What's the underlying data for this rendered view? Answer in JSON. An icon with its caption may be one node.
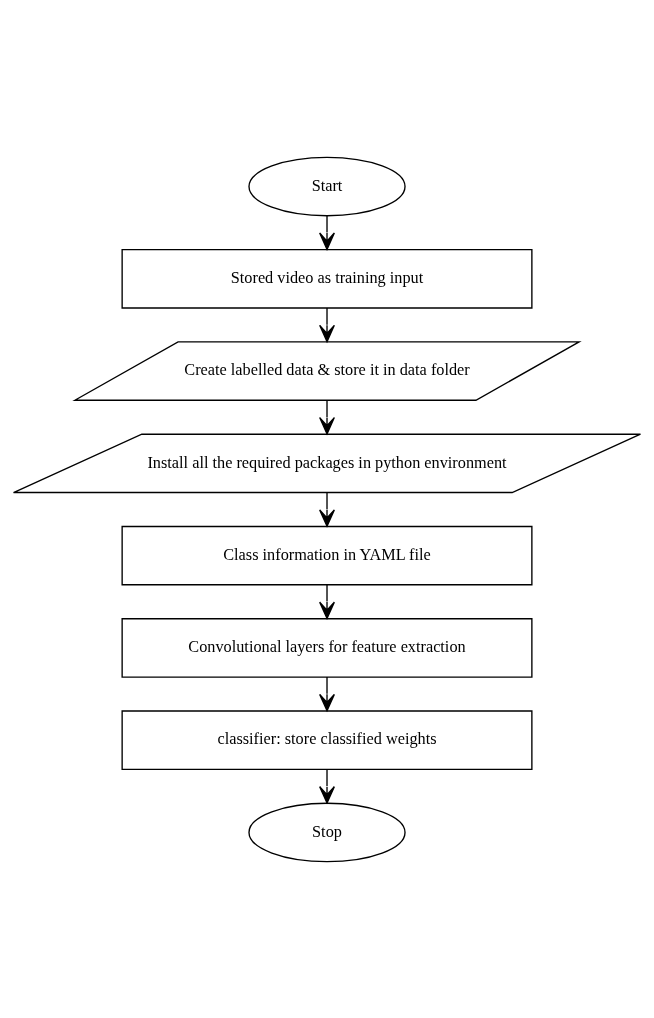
{
  "diagram": {
    "nodes": [
      {
        "text": [
          "Start"
        ]
      },
      {
        "text": [
          "Stored video as training input"
        ]
      },
      {
        "text": [
          "Create labelled data & store it in data folder"
        ]
      },
      {
        "text": [
          "Install all the required packages in python environment"
        ]
      },
      {
        "text": [
          "Class information in YAML file"
        ]
      },
      {
        "text": [
          "Convolutional layers for feature extraction"
        ]
      },
      {
        "text": [
          "classifier: store classified weights"
        ]
      },
      {
        "text": [
          "Stop"
        ]
      }
    ],
    "edges": [
      {
        "from": 0,
        "to": 1,
        "arrow": "to"
      },
      {
        "from": 1,
        "to": 2,
        "arrow": "to"
      },
      {
        "from": 2,
        "to": 3,
        "arrow": "to"
      },
      {
        "from": 3,
        "to": 4,
        "arrow": "to"
      },
      {
        "from": 4,
        "to": 5,
        "arrow": "to"
      },
      {
        "from": 5,
        "to": 6,
        "arrow": "to"
      },
      {
        "from": 6,
        "to": 7,
        "arrow": "to"
      }
    ]
  }
}
